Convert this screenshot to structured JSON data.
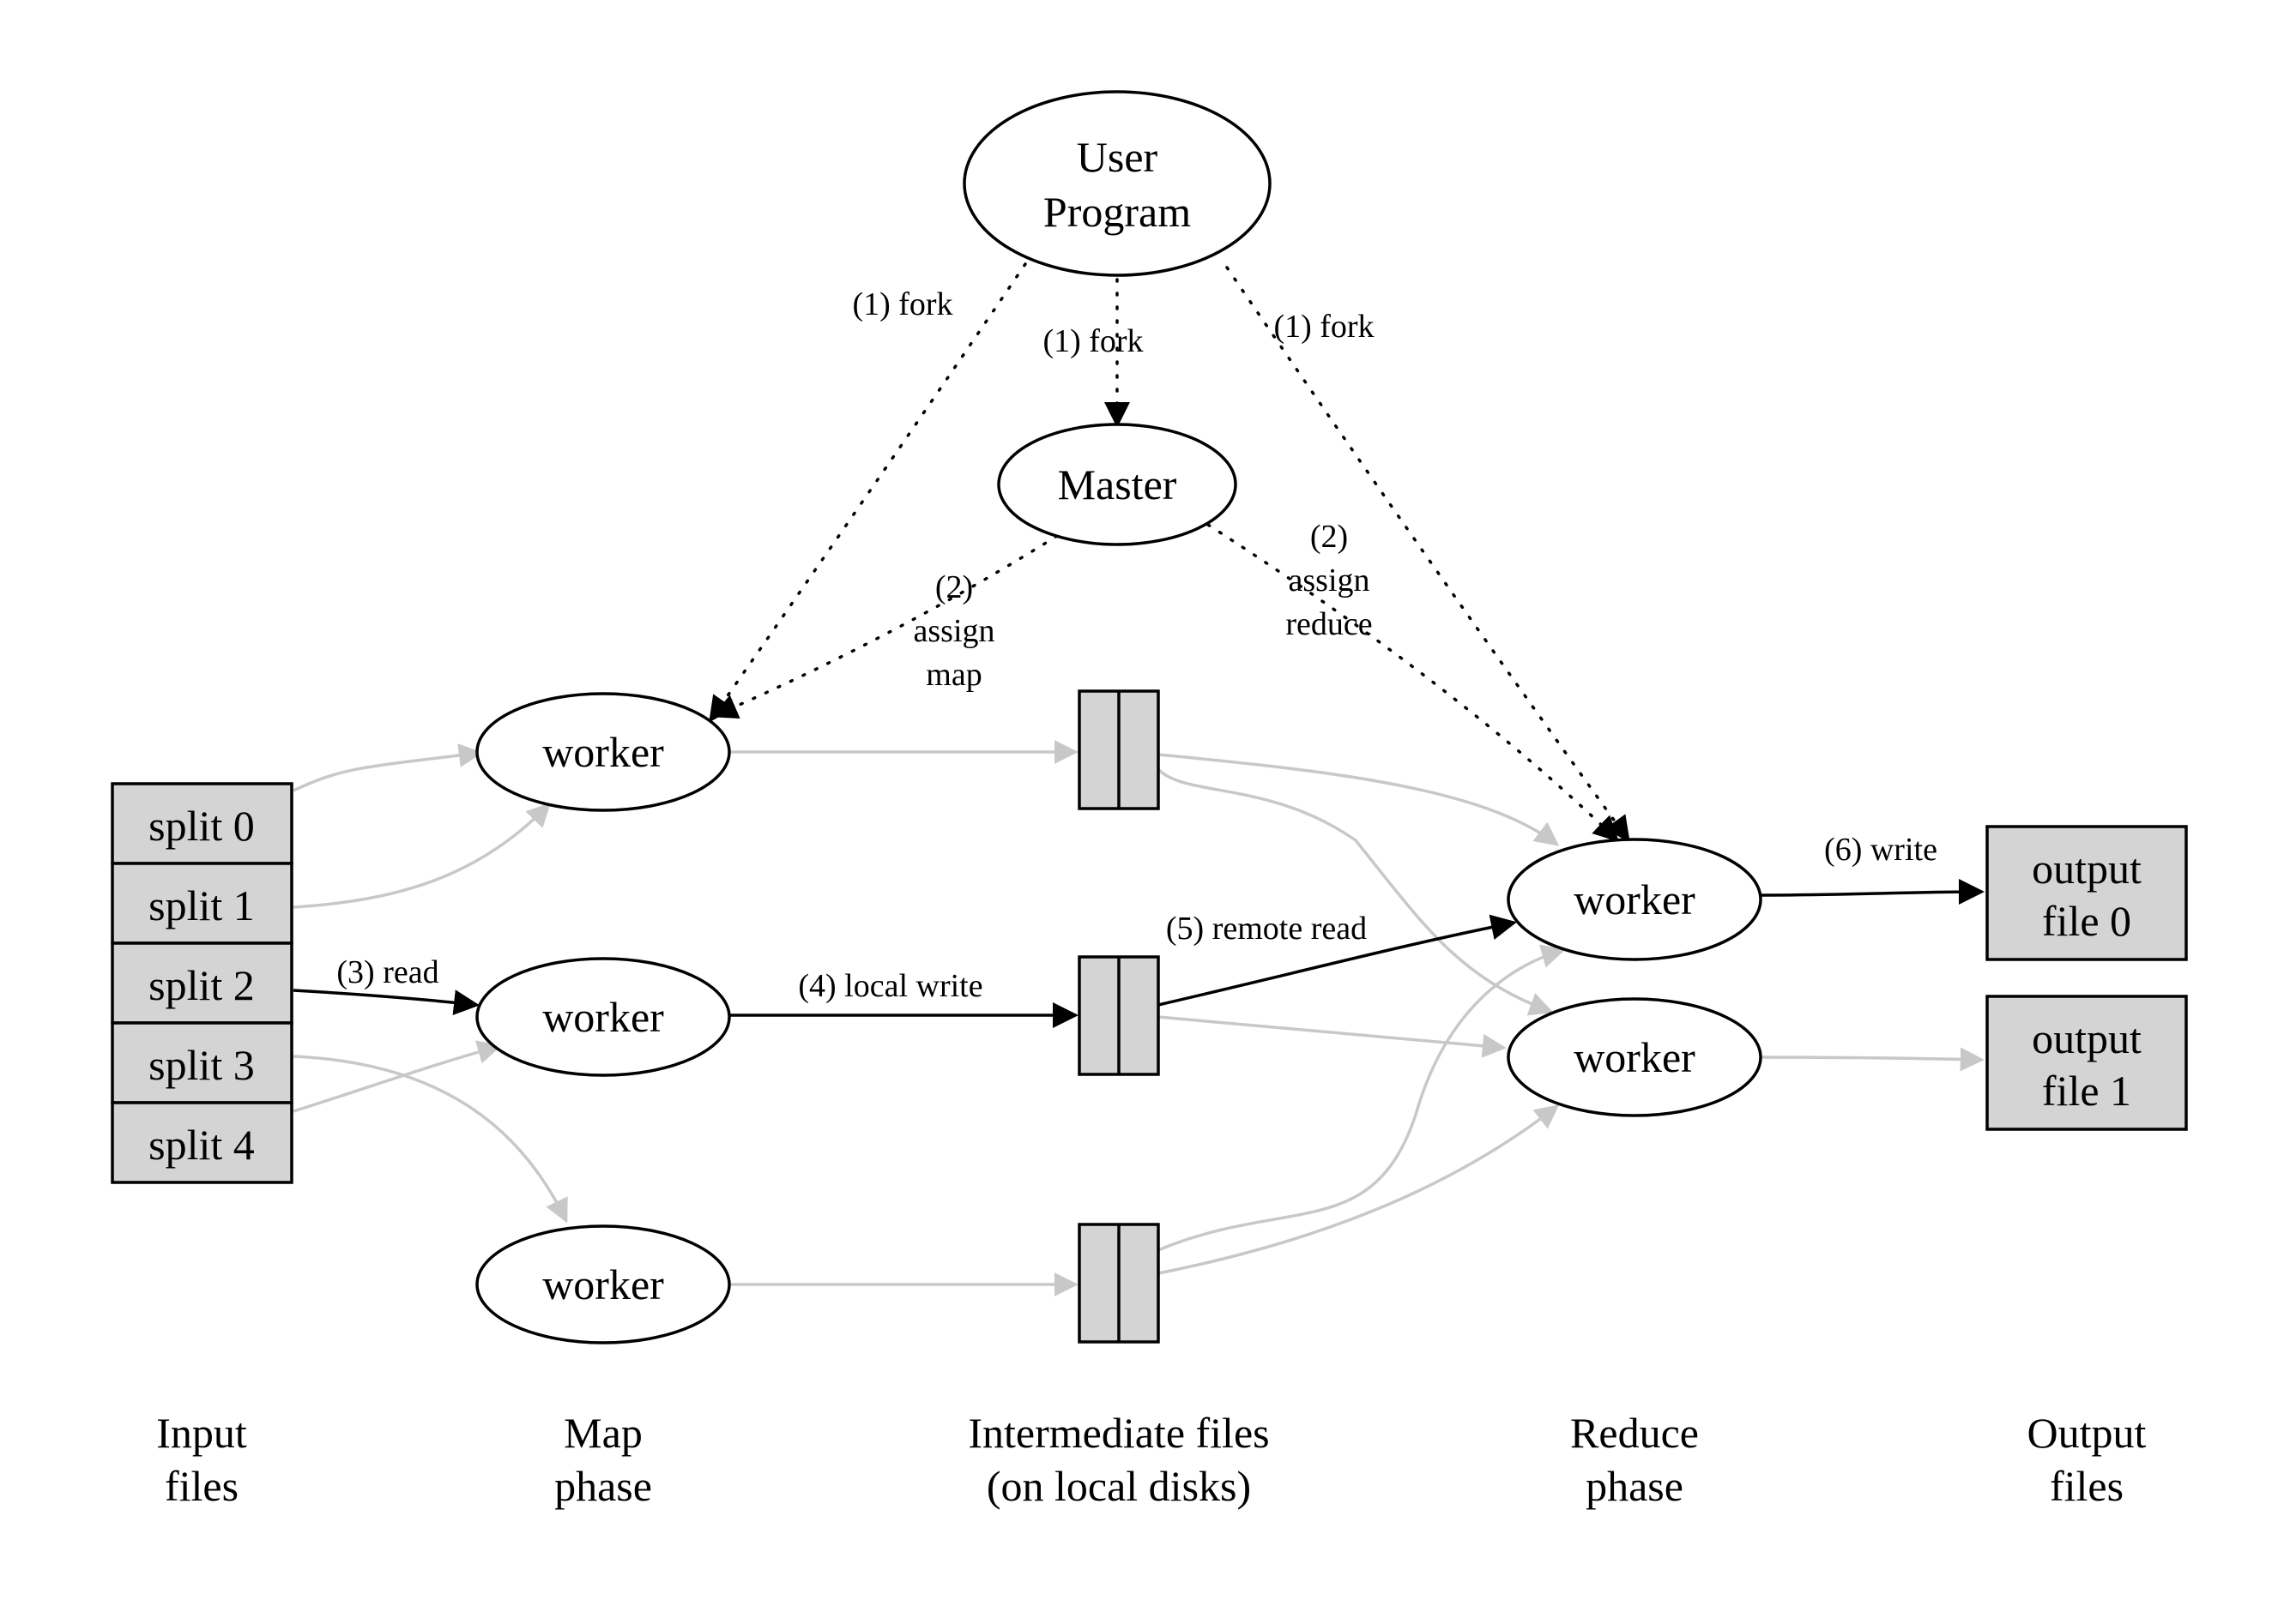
{
  "nodes": {
    "user_program": [
      "User",
      "Program"
    ],
    "master": "Master",
    "map_worker": "worker",
    "reduce_worker": "worker",
    "splits": [
      "split 0",
      "split 1",
      "split 2",
      "split 3",
      "split 4"
    ],
    "output_file_0": [
      "output",
      "file 0"
    ],
    "output_file_1": [
      "output",
      "file 1"
    ]
  },
  "edges": {
    "fork": "(1) fork",
    "assign_map": [
      "(2)",
      "assign",
      "map"
    ],
    "assign_reduce": [
      "(2)",
      "assign",
      "reduce"
    ],
    "read": "(3) read",
    "local_write": "(4) local write",
    "remote_read": "(5) remote read",
    "write": "(6) write"
  },
  "phases": {
    "input": [
      "Input",
      "files"
    ],
    "map": [
      "Map",
      "phase"
    ],
    "intermediate": [
      "Intermediate files",
      "(on local disks)"
    ],
    "reduce": [
      "Reduce",
      "phase"
    ],
    "output": [
      "Output",
      "files"
    ]
  },
  "colors": {
    "box_fill": "#d4d4d4",
    "inactive_edge": "#c8c8c8",
    "active_edge": "#000000"
  }
}
